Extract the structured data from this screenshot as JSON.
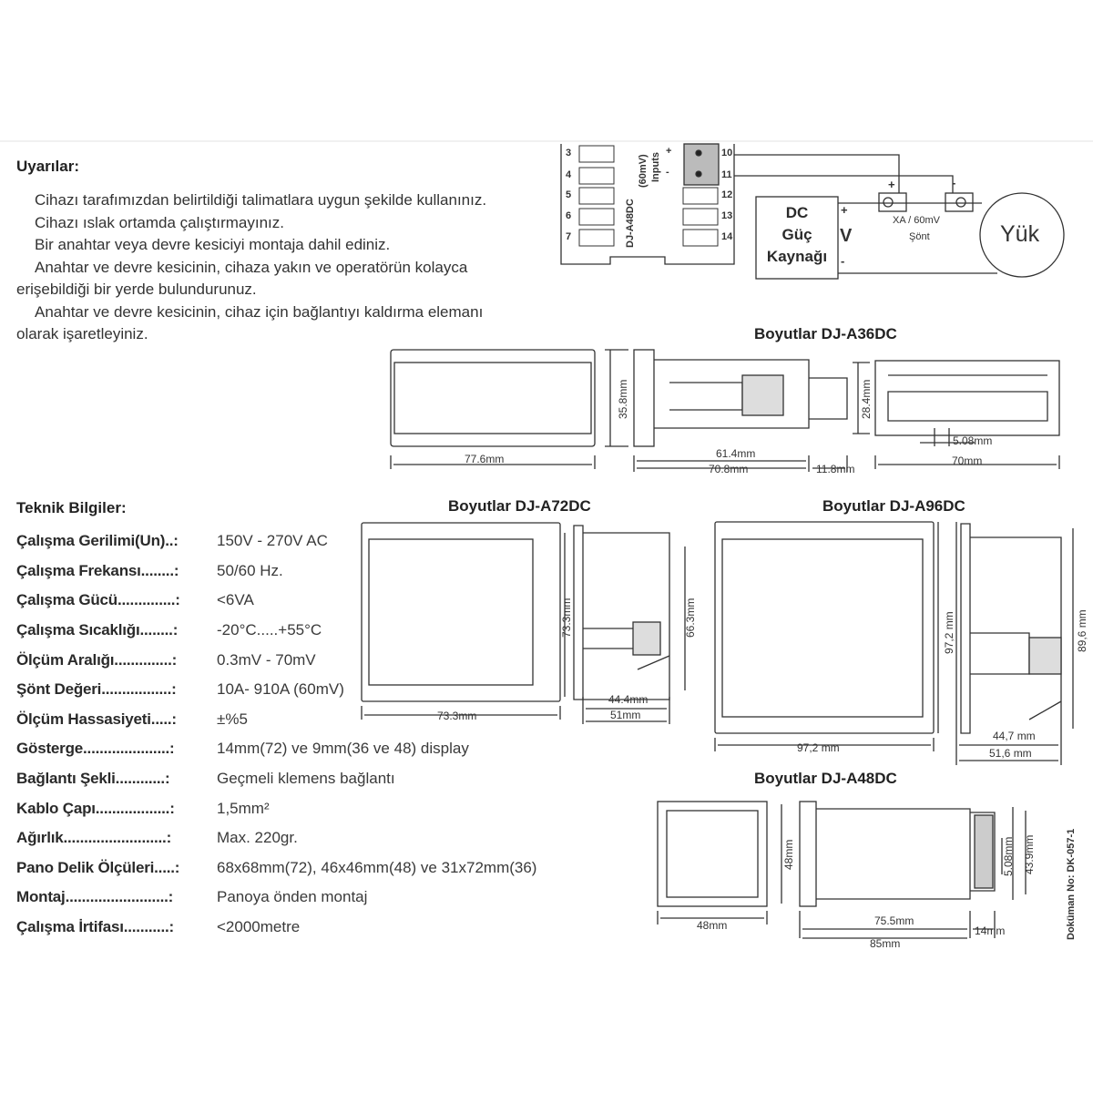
{
  "warnings": {
    "title": "Uyarılar:",
    "items": [
      "Cihazı tarafımızdan belirtildiği talimatlara uygun şekilde kullanınız.",
      "Cihazı ıslak ortamda çalıştırmayınız.",
      "Bir anahtar veya devre kesiciyi montaja dahil ediniz.",
      "Anahtar ve devre kesicinin, cihaza yakın ve operatörün kolayca erişebildiği bir yerde bulundurunuz.",
      "Anahtar ve devre kesicinin, cihaz için bağlantıyı kaldırma elemanı olarak işaretleyiniz."
    ]
  },
  "specs": {
    "title": "Teknik Bilgiler:",
    "rows": [
      {
        "label": "Çalışma Gerilimi(Un)..:",
        "value": "150V - 270V AC"
      },
      {
        "label": "Çalışma Frekansı........:",
        "value": "50/60 Hz."
      },
      {
        "label": "Çalışma Gücü..............:",
        "value": "<6VA"
      },
      {
        "label": "Çalışma Sıcaklığı........:",
        "value": "-20°C.....+55°C"
      },
      {
        "label": "Ölçüm Aralığı..............:",
        "value": "0.3mV - 70mV"
      },
      {
        "label": "Şönt Değeri.................:",
        "value": "10A- 910A (60mV)"
      },
      {
        "label": "Ölçüm Hassasiyeti.....:",
        "value": "±%5"
      },
      {
        "label": "Gösterge.....................:",
        "value": "14mm(72) ve 9mm(36 ve 48) display"
      },
      {
        "label": "Bağlantı Şekli............:",
        "value": "Geçmeli klemens bağlantı"
      },
      {
        "label": "Kablo Çapı..................:",
        "value": "1,5mm²"
      },
      {
        "label": "Ağırlık.........................:",
        "value": "Max. 220gr."
      },
      {
        "label": "Pano Delik Ölçüleri.....:",
        "value": "68x68mm(72), 46x46mm(48) ve 31x72mm(36)"
      },
      {
        "label": "Montaj.........................:",
        "value": "Panoya önden montaj"
      },
      {
        "label": "Çalışma İrtifası...........:",
        "value": "<2000metre"
      }
    ]
  },
  "wiring": {
    "left_terminals": [
      "3",
      "4",
      "5",
      "6",
      "7"
    ],
    "right_terminals": [
      "10",
      "11",
      "12",
      "13",
      "14"
    ],
    "model": "DJ-A48DC",
    "range": "(60mV)",
    "inputs": "Inputs",
    "plus": "+",
    "minus": "-",
    "supply": [
      "DC",
      "Güç",
      "Kaynağı"
    ],
    "supply_plus": "+",
    "supply_v": "V",
    "supply_minus": "-",
    "shunt_plus": "+",
    "shunt_minus": "-",
    "shunt_rating": "XA / 60mV",
    "shunt": "Şönt",
    "load": "Yük"
  },
  "a36": {
    "title": "Boyutlar DJ-A36DC",
    "w": "77.6mm",
    "h": "35.8mm",
    "d1": "61.4mm",
    "d2": "70.8mm",
    "d3": "11.8mm",
    "h2": "28.4mm",
    "pitch": "5.08mm",
    "w2": "70mm"
  },
  "a72": {
    "title": "Boyutlar DJ-A72DC",
    "w": "73.3mm",
    "h": "73.3mm",
    "h2": "66.3mm",
    "d1": "44.4mm",
    "d2": "51mm"
  },
  "a96": {
    "title": "Boyutlar DJ-A96DC",
    "w": "97,2 mm",
    "h": "97,2 mm",
    "h2": "89,6 mm",
    "d1": "44,7 mm",
    "d2": "51,6 mm"
  },
  "a48": {
    "title": "Boyutlar DJ-A48DC",
    "w": "48mm",
    "h": "48mm",
    "d1": "75.5mm",
    "d2": "85mm",
    "d3": "14mm",
    "pitch": "5.08mm",
    "h2": "43.9mm"
  },
  "doc_no": "Doküman No: DK-057-1"
}
